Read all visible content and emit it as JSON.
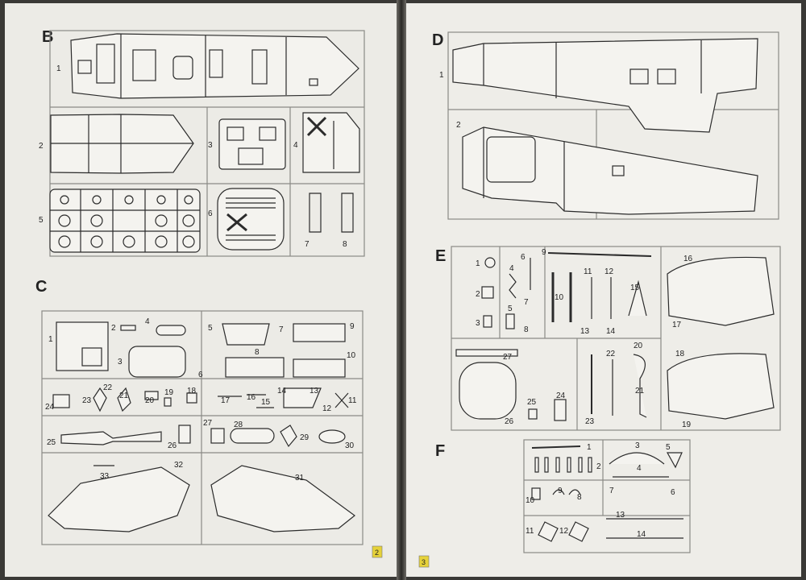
{
  "left_page": {
    "page_number": "2",
    "sections": {
      "B": {
        "letter": "B",
        "labels": [
          "1",
          "2",
          "3",
          "4",
          "5",
          "6",
          "7",
          "8"
        ]
      },
      "C": {
        "letter": "C",
        "labels": [
          "1",
          "2",
          "3",
          "4",
          "5",
          "6",
          "7",
          "8",
          "9",
          "10",
          "11",
          "12",
          "13",
          "14",
          "15",
          "16",
          "17",
          "18",
          "19",
          "20",
          "21",
          "22",
          "23",
          "24",
          "25",
          "26",
          "27",
          "28",
          "29",
          "30",
          "31",
          "32",
          "33"
        ]
      }
    }
  },
  "right_page": {
    "page_number": "3",
    "sections": {
      "D": {
        "letter": "D",
        "labels": [
          "1",
          "2"
        ]
      },
      "E": {
        "letter": "E",
        "labels": [
          "1",
          "2",
          "3",
          "4",
          "5",
          "6",
          "7",
          "8",
          "9",
          "10",
          "11",
          "12",
          "13",
          "14",
          "15",
          "16",
          "17",
          "18",
          "19",
          "20",
          "21",
          "22",
          "23",
          "24",
          "25",
          "26",
          "27"
        ]
      },
      "F": {
        "letter": "F",
        "labels": [
          "1",
          "2",
          "3",
          "4",
          "5",
          "6",
          "7",
          "8",
          "9",
          "10",
          "11",
          "12",
          "13",
          "14"
        ]
      }
    }
  },
  "colors": {
    "paper": "#ecebe6",
    "line": "#2b2b2b",
    "sprue": "#8a8a86",
    "page_number_badge": "#e6d23a"
  }
}
